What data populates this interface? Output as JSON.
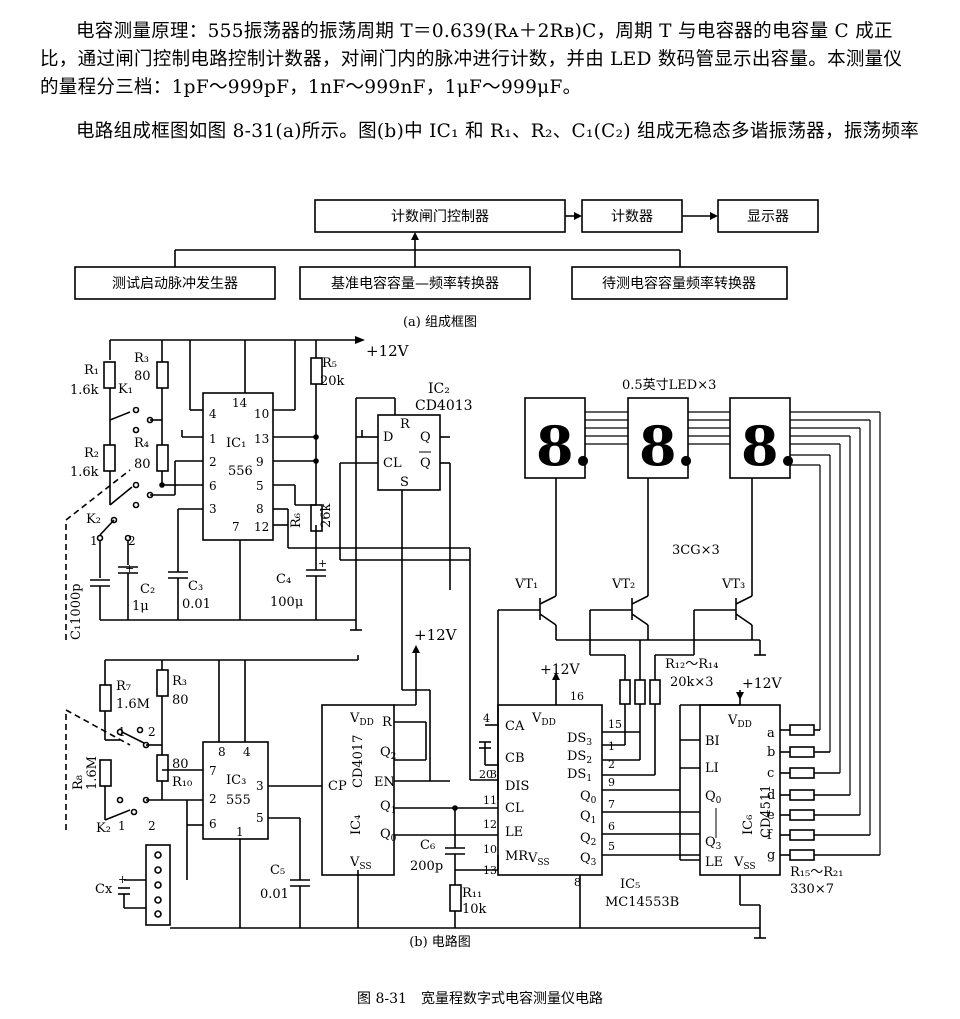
{
  "intro": {
    "p1": "电容测量原理：555振荡器的振荡周期 T＝0.639(Rᴀ＋2Rʙ)C，周期 T 与电容器的电容量 C 成正比，通过闸门控制电路控制计数器，对闸门内的脉冲进行计数，并由 LED 数码管显示出容量。本测量仪的量程分三档：1pF～999pF，1nF～999nF，1μF～999μF。",
    "p2": "电路组成框图如图 8-31(a)所示。图(b)中 IC₁ 和 R₁、R₂、C₁(C₂) 组成无稳态多谐振荡器，振荡频率"
  },
  "block_diagram": {
    "gate_controller": "计数闸门控制器",
    "counter": "计数器",
    "display": "显示器",
    "test_pulse": "测试启动脉冲发生器",
    "ref_converter": "基准电容容量—频率转换器",
    "dut_converter": "待测电容容量频率转换器",
    "caption": "(a) 组成框图"
  },
  "circuit": {
    "caption": "(b) 电路图",
    "vcc_top": "+12V",
    "vcc_mid": "+12V",
    "vcc_ic5": "+12V",
    "vcc_ic6": "+12V",
    "r1": "R₁",
    "r1v": "1.6k",
    "r2": "R₂",
    "r2v": "1.6k",
    "r3": "R₃",
    "r3v": "80",
    "r4": "R₄",
    "r4v": "80",
    "r5": "R₅",
    "r5v": "20k",
    "r6": "R₆",
    "r6v": "26k",
    "r7": "R₇",
    "r7v": "1.6M",
    "r3b": "R₃",
    "r3bv": "80",
    "r8": "R₈",
    "r8v": "1.6M",
    "r10": "R₁₀",
    "r10v": "80",
    "r11": "R₁₁",
    "r11v": "10k",
    "r12": "R₁₂～R₁₄",
    "r12v": "20k×3",
    "r15": "R₁₅～R₂₁",
    "r15v": "330×7",
    "k1": "K₁",
    "k2": "K₂",
    "k2b": "K₂",
    "c1": "C₁1000p",
    "c2": "C₂",
    "c2v": "1μ",
    "c3": "C₃",
    "c3v": "0.01",
    "c4": "C₄",
    "c4v": "100μ",
    "c5": "C₅",
    "c5v": "0.01",
    "c6": "C₆",
    "c6v": "200p",
    "cx": "Cx",
    "ic1": "IC₁",
    "ic1t": "556",
    "ic2": "IC₂",
    "ic2t": "CD4013",
    "ic3": "IC₃",
    "ic3t": "555",
    "ic4": "IC₄",
    "ic4t": "CD4017",
    "ic5": "IC₅",
    "ic5t": "MC14553B",
    "ic6": "IC₆",
    "ic6t": "CD4511",
    "led": "0.5英寸LED×3",
    "tr": "3CG×3",
    "vt1": "VT₁",
    "vt2": "VT₂",
    "vt3": "VT₃",
    "d_digit": "8."
  },
  "figure_caption": "图 8-31　宽量程数字式电容测量仪电路"
}
